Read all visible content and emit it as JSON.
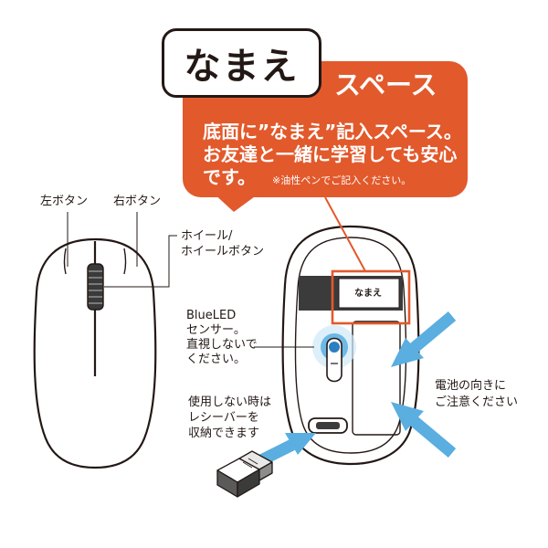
{
  "header": {
    "name_box": "なまえ",
    "space_title": "スペース",
    "description_lines": [
      "底面に”なまえ”記入スペース。",
      "お友達と一緒に学習しても安心"
    ],
    "description_last": "です。",
    "note": "※油性ペンでご記入ください。"
  },
  "labels": {
    "left_button": "左ボタン",
    "right_button": "右ボタン",
    "wheel_lines": [
      "ホイール/",
      "ホイールボタン"
    ],
    "sensor_lines": [
      "BlueLED",
      "センサー。",
      "直視しないで",
      "ください。"
    ],
    "battery_lines": [
      "電池の向きに",
      "ご注意ください"
    ],
    "receiver_lines": [
      "使用しない時は",
      "レシーバーを",
      "収納できます"
    ],
    "bottom_name_tag": "なまえ"
  },
  "colors": {
    "accent_orange": "#e2592b",
    "arrow_blue": "#5aaee0",
    "outline": "#231815",
    "tag_gray": "#3b3b3b"
  }
}
